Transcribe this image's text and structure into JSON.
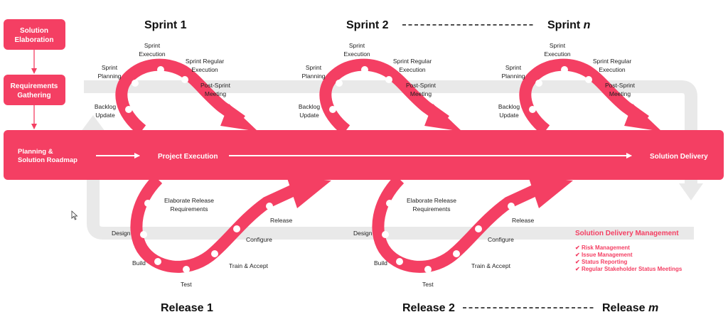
{
  "colors": {
    "accent": "#f43f63",
    "track": "#e9e9e9",
    "text": "#222222"
  },
  "left_boxes": [
    {
      "lines": [
        "Solution",
        "Elaboration"
      ]
    },
    {
      "lines": [
        "Requirements",
        "Gathering"
      ]
    }
  ],
  "main_bar": {
    "start_label": [
      "Planning &",
      "Solution Roadmap"
    ],
    "middle_label": "Project Execution",
    "end_label": "Solution Delivery"
  },
  "sprint_headers": {
    "first": "Sprint 1",
    "second": "Sprint 2",
    "last_prefix": "Sprint",
    "last_var": "n"
  },
  "release_headers": {
    "first": "Release 1",
    "second": "Release 2",
    "last_prefix": "Release",
    "last_var": "m"
  },
  "sprint_steps": {
    "backlog": [
      "Backlog",
      "Update"
    ],
    "planning": [
      "Sprint",
      "Planning"
    ],
    "execution": [
      "Sprint",
      "Execution"
    ],
    "regular": [
      "Sprint Regular",
      "Execution"
    ],
    "post": [
      "Post-Sprint",
      "Meeting"
    ]
  },
  "release_steps": {
    "elaborate": [
      "Elaborate Release",
      "Requirements"
    ],
    "design": "Design",
    "build": "Build",
    "test": "Test",
    "train": "Train & Accept",
    "configure": "Configure",
    "release": "Release"
  },
  "management": {
    "title": "Solution Delivery Management",
    "items": [
      "Risk Management",
      "Issue Management",
      "Status Reporting",
      "Regular Stakeholder Status Meetings"
    ],
    "check_icon": "check-icon"
  }
}
